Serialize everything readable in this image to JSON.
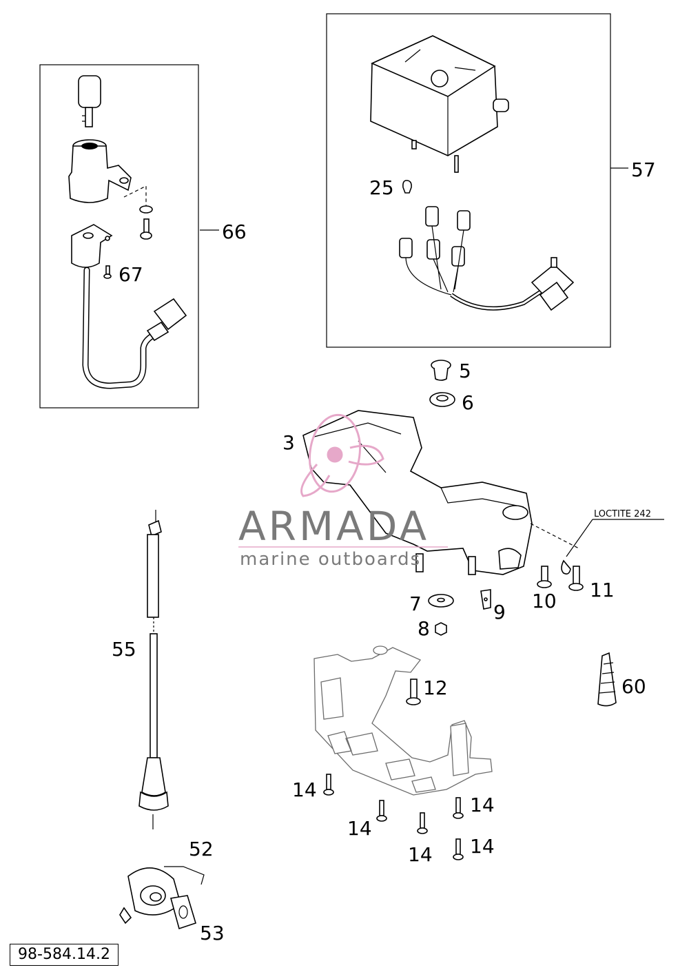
{
  "reference_code": "98-584.14.2",
  "loctite_note": "LOCTITE 242",
  "watermark": {
    "brand": "ARMADA",
    "tagline": "marine outboards",
    "color": "#e6a8c9"
  },
  "callouts": {
    "c3": "3",
    "c5": "5",
    "c6": "6",
    "c7": "7",
    "c8": "8",
    "c9": "9",
    "c10": "10",
    "c11": "11",
    "c12": "12",
    "c14a": "14",
    "c14b": "14",
    "c14c": "14",
    "c14d": "14",
    "c14e": "14",
    "c25": "25",
    "c52": "52",
    "c53": "53",
    "c55": "55",
    "c57": "57",
    "c60": "60",
    "c66": "66",
    "c67": "67"
  }
}
